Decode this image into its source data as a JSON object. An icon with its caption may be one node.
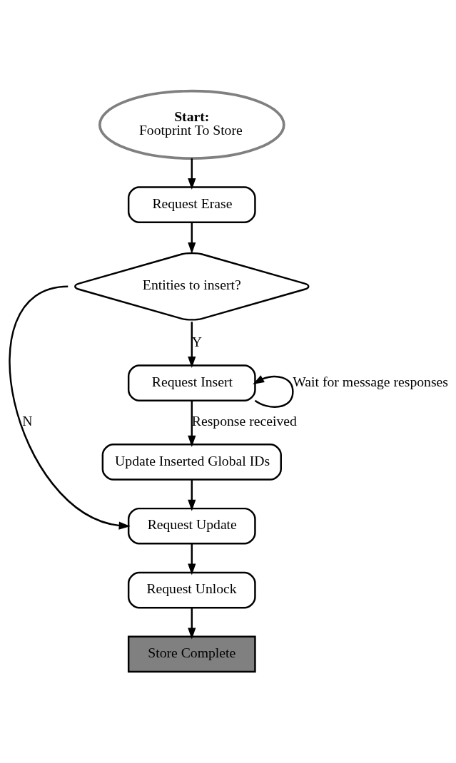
{
  "diagram": {
    "nodes": [
      {
        "text": [
          "Start:",
          "Footprint To Store"
        ]
      },
      {
        "text": [
          "Request Erase"
        ]
      },
      {
        "text": [
          "Entities to insert?"
        ]
      },
      {
        "text": [
          "Request Insert"
        ]
      },
      {
        "text": [
          "Update Inserted Global IDs"
        ]
      },
      {
        "text": [
          "Request Update"
        ]
      },
      {
        "text": [
          "Request Unlock"
        ]
      },
      {
        "text": [
          "Store Complete"
        ]
      }
    ],
    "edges": [
      {
        "from": 0,
        "to": 1,
        "arrow": "to"
      },
      {
        "from": 1,
        "to": 2,
        "arrow": "to"
      },
      {
        "from": 2,
        "to": 3,
        "arrow": "to",
        "label": "Y"
      },
      {
        "from": 2,
        "to": 5,
        "arrow": "to",
        "label": "N"
      },
      {
        "from": 3,
        "to": 3,
        "arrow": "to",
        "label": "Wait for message responses"
      },
      {
        "from": 3,
        "to": 4,
        "arrow": "to",
        "label": "Response received"
      },
      {
        "from": 4,
        "to": 5,
        "arrow": "to"
      },
      {
        "from": 5,
        "to": 6,
        "arrow": "to"
      },
      {
        "from": 6,
        "to": 7,
        "arrow": "to"
      }
    ]
  }
}
